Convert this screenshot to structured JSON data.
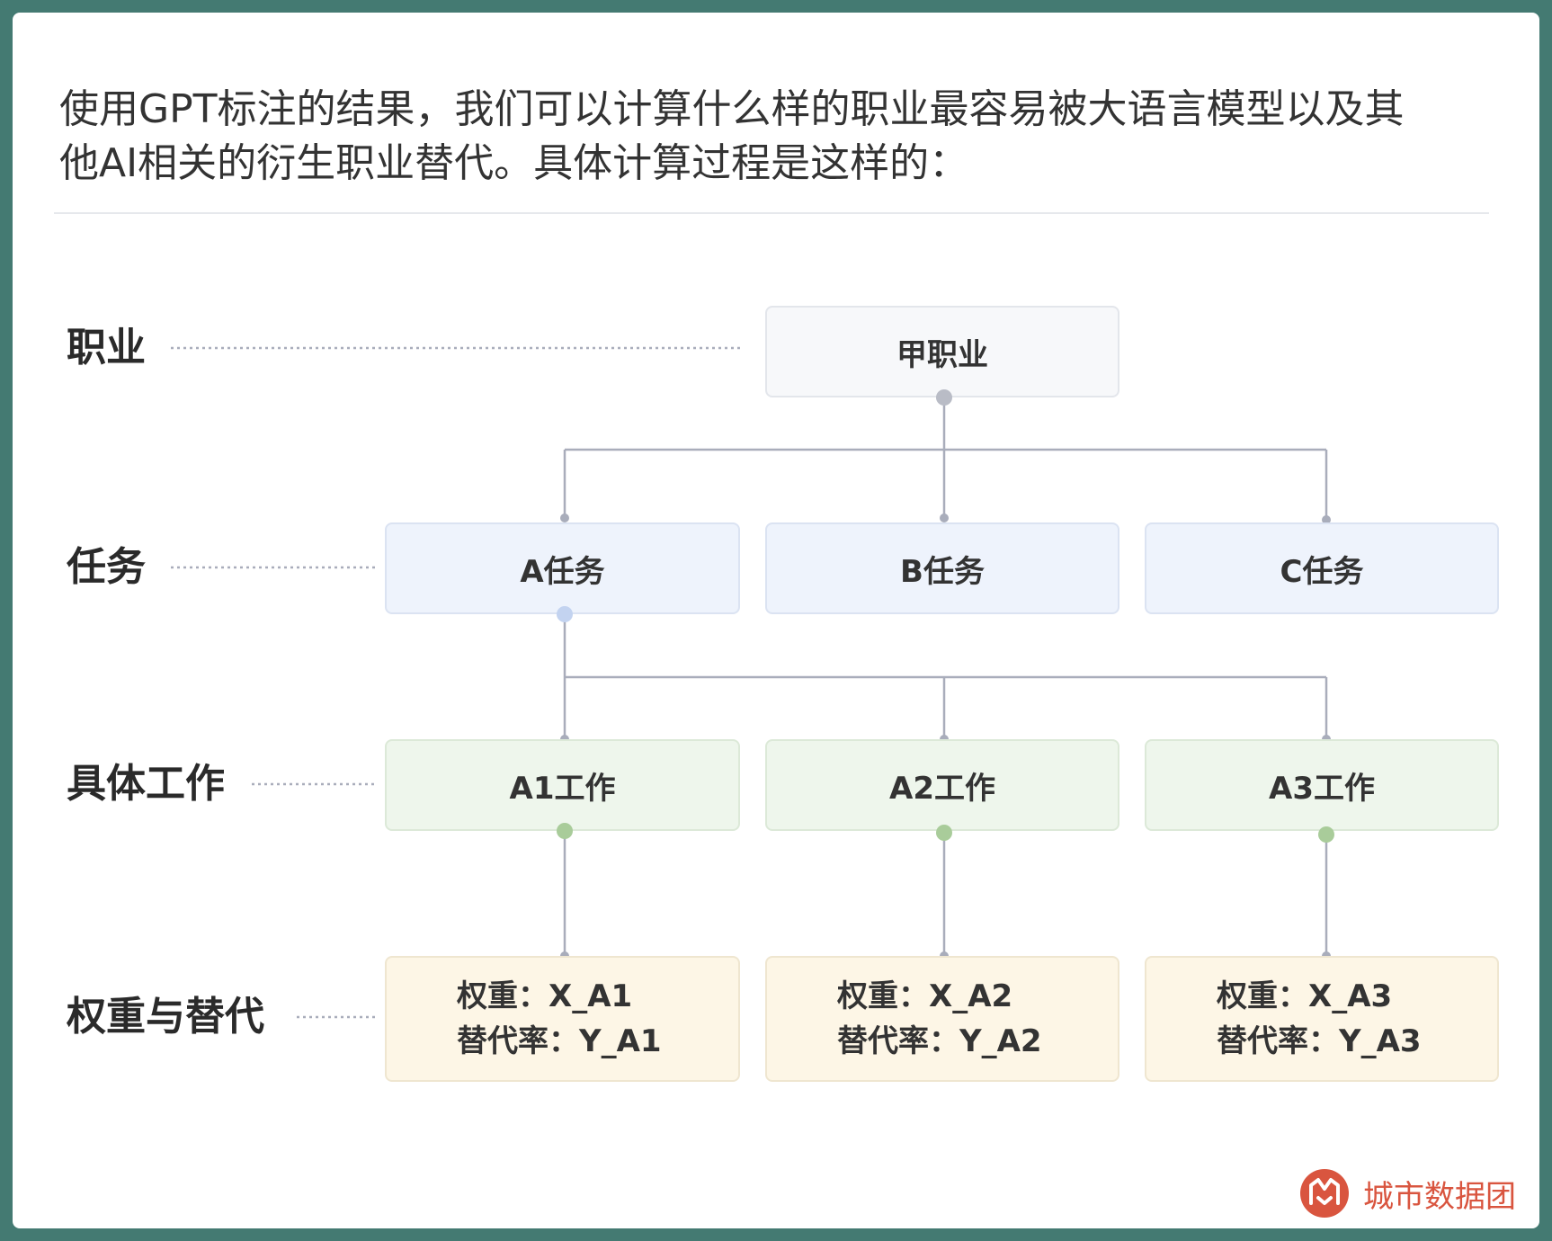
{
  "intro_line1": "使用GPT标注的结果，我们可以计算什么样的职业最容易被大语言模型以及其",
  "intro_line2": "他AI相关的衍生职业替代。具体计算过程是这样的：",
  "levels": {
    "occupation": "职业",
    "task": "任务",
    "job": "具体工作",
    "weight": "权重与替代"
  },
  "root": "甲职业",
  "tasks": [
    "A任务",
    "B任务",
    "C任务"
  ],
  "jobs": [
    "A1工作",
    "A2工作",
    "A3工作"
  ],
  "weights": [
    {
      "weight": "权重：X_A1",
      "rate": "替代率：Y_A1"
    },
    {
      "weight": "权重：X_A2",
      "rate": "替代率：Y_A2"
    },
    {
      "weight": "权重：X_A3",
      "rate": "替代率：Y_A3"
    }
  ],
  "brand": "城市数据团",
  "colors": {
    "frame": "#447a72",
    "connector": "#a9adbb",
    "root_port": "#b9bcc6",
    "task_port": "#c3d3f0",
    "job_port": "#a9cc9a",
    "brand": "#d9553f"
  }
}
